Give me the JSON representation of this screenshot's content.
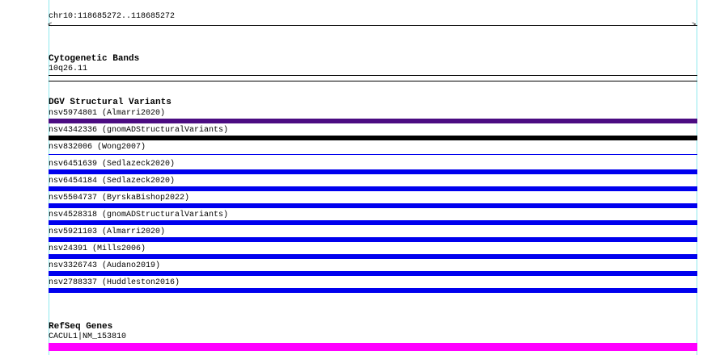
{
  "location": "chr10:118685272..118685272",
  "tracks": {
    "cytoband": {
      "title": "Cytogenetic Bands",
      "label": "10q26.11"
    },
    "dgv": {
      "title": "DGV Structural Variants",
      "items": [
        {
          "label": "nsv5974801 (Almarri2020)",
          "color": "#4b0c82",
          "style": "thick"
        },
        {
          "label": "nsv4342336 (gnomADStructuralVariants)",
          "color": "#000000",
          "style": "thick"
        },
        {
          "label": "nsv832006 (Wong2007)",
          "color": "#0000ee",
          "style": "thin"
        },
        {
          "label": "nsv6451639 (Sedlazeck2020)",
          "color": "#0000ee",
          "style": "thick"
        },
        {
          "label": "nsv6454184 (Sedlazeck2020)",
          "color": "#0000ee",
          "style": "thick"
        },
        {
          "label": "nsv5504737 (ByrskaBishop2022)",
          "color": "#0000ee",
          "style": "thick"
        },
        {
          "label": "nsv4528318 (gnomADStructuralVariants)",
          "color": "#0000ee",
          "style": "thick"
        },
        {
          "label": "nsv5921103 (Almarri2020)",
          "color": "#0000ee",
          "style": "thick"
        },
        {
          "label": "nsv24391 (Mills2006)",
          "color": "#0000ee",
          "style": "thick"
        },
        {
          "label": "nsv3326743 (Audano2019)",
          "color": "#0000ee",
          "style": "thick"
        },
        {
          "label": "nsv2788337 (Huddleston2016)",
          "color": "#0000ee",
          "style": "thick"
        }
      ]
    },
    "refseq": {
      "title": "RefSeq Genes",
      "label": "CACUL1|NM_153810",
      "color": "#ff00ff"
    }
  }
}
